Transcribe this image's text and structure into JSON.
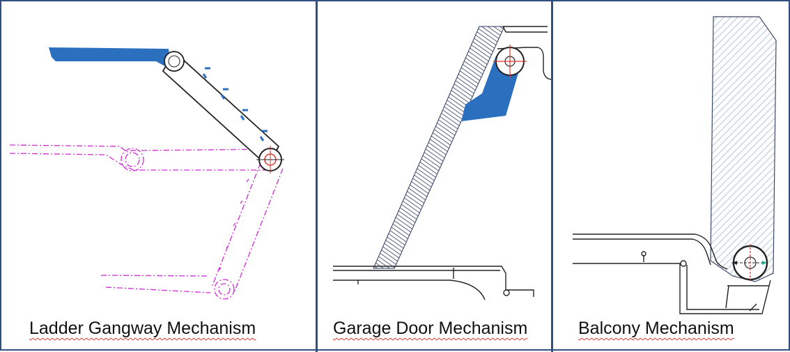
{
  "panels": [
    {
      "caption": "Ladder Gangway Mechanism"
    },
    {
      "caption": "Garage Door Mechanism"
    },
    {
      "caption": "Balcony Mechanism"
    }
  ],
  "colors": {
    "frame": "#2f4f7f",
    "accent_blue": "#2b6fbf",
    "ghost_magenta": "#d02ad6",
    "hatch": "#2b3a5f",
    "balcony_hatch": "#9fb6d3",
    "outline": "#222222",
    "center_mark": "#e0342f",
    "spellcheck": "#e0342f"
  }
}
